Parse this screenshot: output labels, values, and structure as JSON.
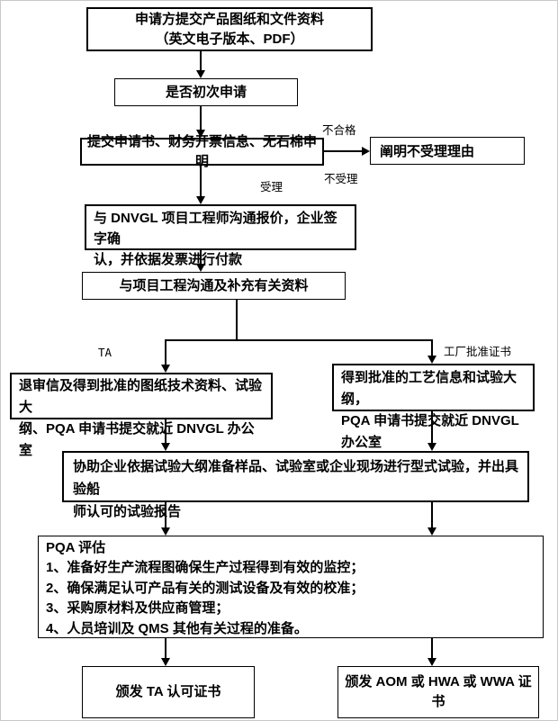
{
  "flowchart": {
    "boxes": {
      "submit": {
        "lines": [
          "申请方提交产品图纸和文件资料",
          "（英文电子版本、PDF）"
        ]
      },
      "first_apply": {
        "text": "是否初次申请"
      },
      "application": {
        "text": "提交申请书、财务开票信息、无石棉申明"
      },
      "reject": {
        "text": "阐明不受理理由"
      },
      "quote": {
        "lines": [
          "与 DNVGL 项目工程师沟通报价，企业签字确",
          "认，并依据发票进行付款"
        ]
      },
      "supplement": {
        "text": "与项目工程沟通及补充有关资料"
      },
      "ta_branch": {
        "lines": [
          "退审信及得到批准的图纸技术资料、试验大",
          "纲、PQA 申请书提交就近 DNVGL 办公室"
        ]
      },
      "factory_branch": {
        "lines": [
          "得到批准的工艺信息和试验大纲，",
          "PQA 申请书提交就近 DNVGL 办公室"
        ]
      },
      "type_test": {
        "lines": [
          "协助企业依据试验大纲准备样品、试验室或企业现场进行型式试验，并出具验船",
          "师认可的试验报告"
        ]
      },
      "pqa": {
        "title": "PQA 评估",
        "items": [
          "1、准备好生产流程图确保生产过程得到有效的监控；",
          "2、确保满足认可产品有关的测试设备及有效的校准；",
          "3、采购原材料及供应商管理；",
          "4、人员培训及 QMS 其他有关过程的准备。"
        ]
      },
      "ta_cert": {
        "text": "颁发 TA 认可证书"
      },
      "aom_cert": {
        "text": "颁发 AOM 或 HWA 或 WWA 证书"
      }
    },
    "edge_labels": {
      "unqualified": "不合格",
      "not_accepted": "不受理",
      "accepted": "受理",
      "ta": "TA",
      "factory_cert": "工厂批准证书"
    },
    "colors": {
      "border": "#000000",
      "text": "#000000",
      "background": "#ffffff"
    }
  }
}
